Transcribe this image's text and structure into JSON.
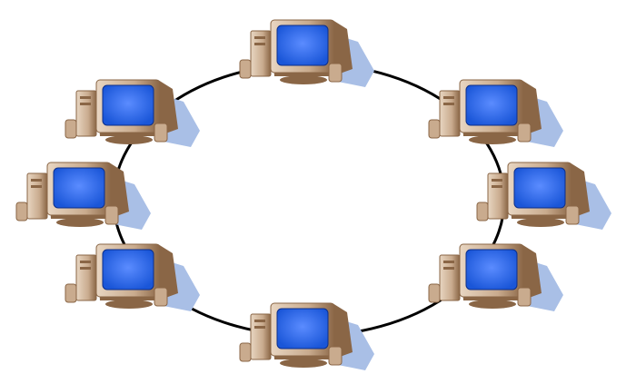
{
  "diagram": {
    "topology": "ring",
    "node_icon": "desktop-computer-icon",
    "node_count": 8,
    "nodes": [
      {
        "id": "computer-top"
      },
      {
        "id": "computer-upper-right"
      },
      {
        "id": "computer-right"
      },
      {
        "id": "computer-lower-right"
      },
      {
        "id": "computer-bottom"
      },
      {
        "id": "computer-lower-left"
      },
      {
        "id": "computer-left"
      },
      {
        "id": "computer-upper-left"
      }
    ],
    "colors": {
      "ring_line": "#000000",
      "screen_center": "#5b8cff",
      "screen_edge": "#1a56d8",
      "case": "#c9ab8e",
      "case_dark": "#8a6646",
      "case_light": "#e8d6c2",
      "shadow": "#a9bfe6"
    }
  }
}
